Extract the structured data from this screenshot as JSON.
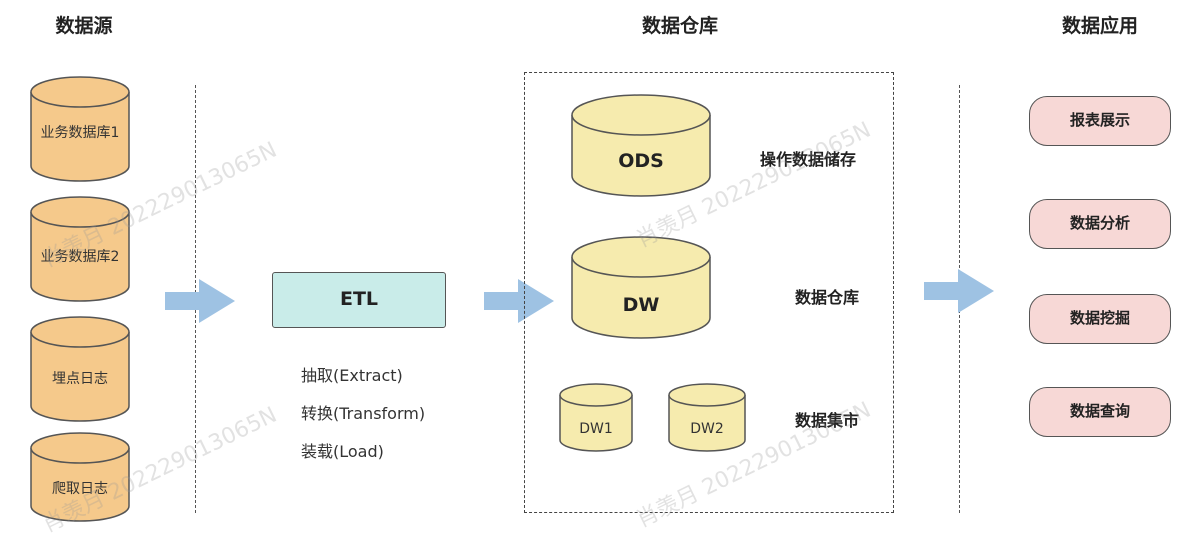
{
  "sections": {
    "sources_title": "数据源",
    "warehouse_title": "数据仓库",
    "apps_title": "数据应用"
  },
  "sources": [
    {
      "label": "业务数据库1"
    },
    {
      "label": "业务数据库2"
    },
    {
      "label": "埋点日志"
    },
    {
      "label": "爬取日志"
    }
  ],
  "etl": {
    "label": "ETL",
    "steps": [
      "抽取(Extract)",
      "转换(Transform)",
      "装载(Load)"
    ]
  },
  "warehouse": {
    "ods": {
      "label": "ODS",
      "desc": "操作数据储存"
    },
    "dw": {
      "label": "DW",
      "desc": "数据仓库"
    },
    "marts": {
      "labels": [
        "DW1",
        "DW2"
      ],
      "desc": "数据集市"
    }
  },
  "apps": [
    "报表展示",
    "数据分析",
    "数据挖掘",
    "数据查询"
  ],
  "watermark": {
    "name": "肖羡月",
    "id": "202229013065N"
  },
  "colors": {
    "source_fill": "#f5c98b",
    "warehouse_fill": "#f6ebae",
    "etl_fill": "#c9ece9",
    "app_fill": "#f7d8d6",
    "arrow": "#9ec2e3"
  }
}
